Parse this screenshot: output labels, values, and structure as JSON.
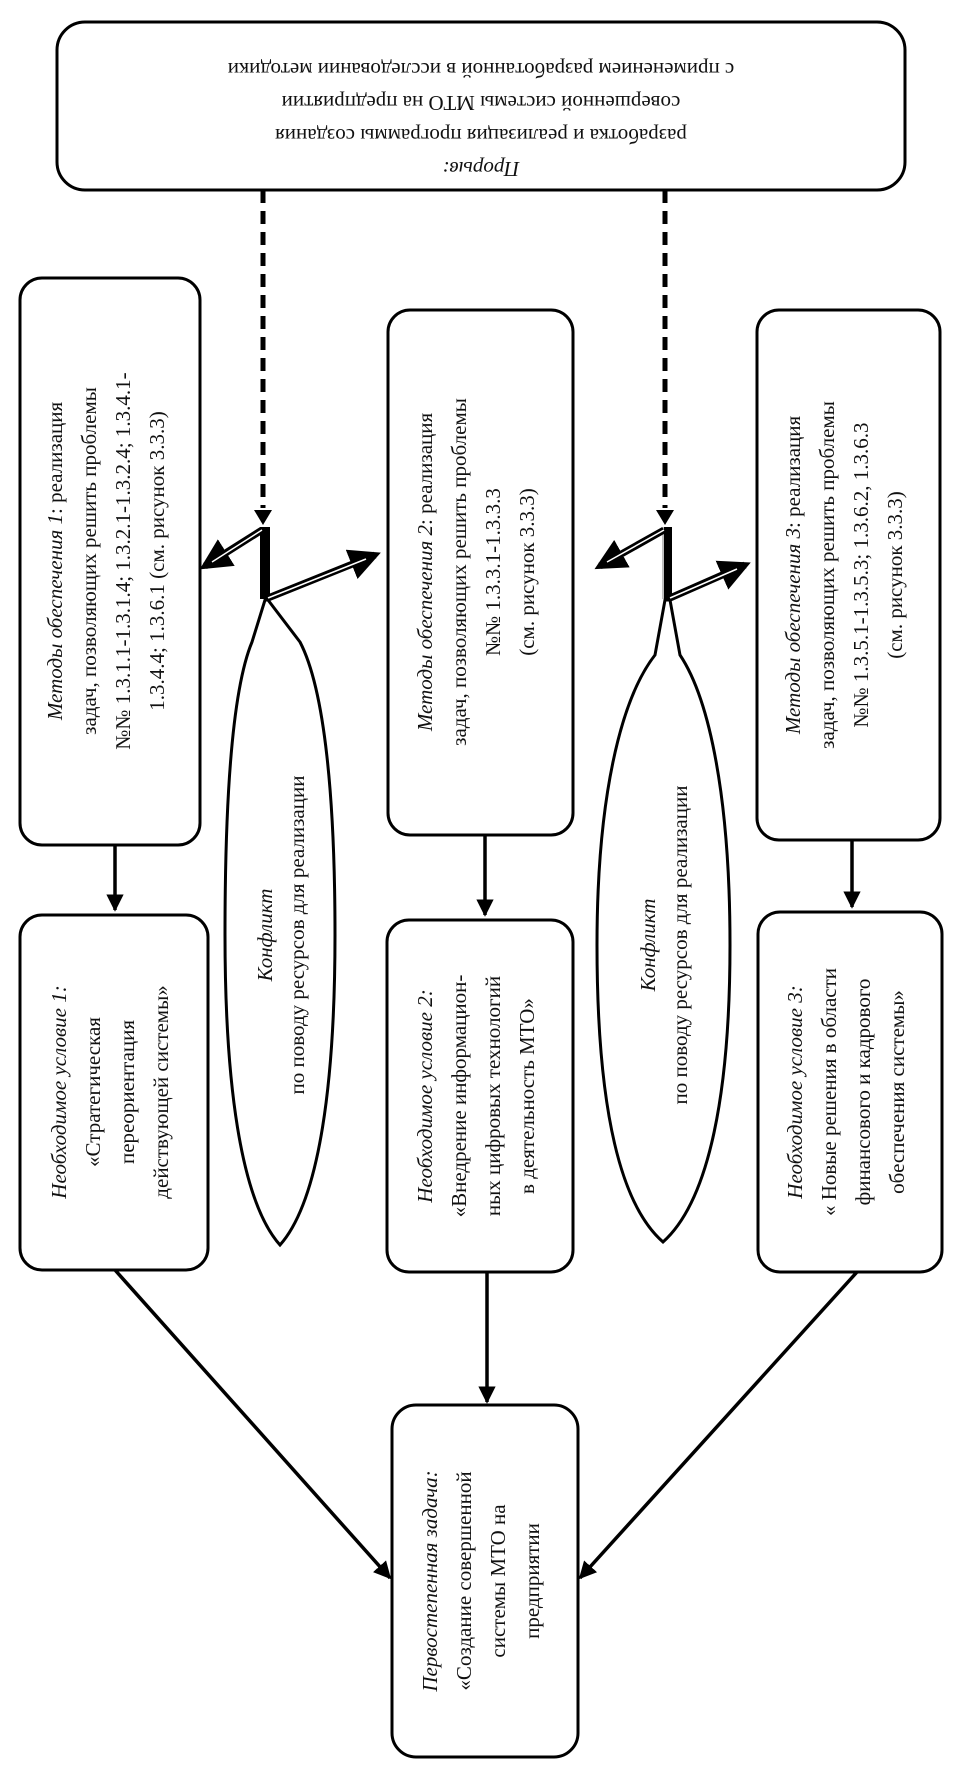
{
  "breakthrough": {
    "title": "Прорыв:",
    "lines": [
      "разработка и реализация программы создания",
      "совершенной системы МТО на предприятии",
      "с применением разработанной в исследовании методики"
    ]
  },
  "methods": [
    {
      "title": "Методы обеспечения 1",
      "lines": [
        ": реализация",
        "задач, позволяющих решить проблемы",
        "№№ 1.3.1.1-1.3.1.4; 1.3.2.1-1.3.2.4; 1.3.4.1-",
        "1.3.4.4; 1.3.6.1 (см. рисунок 3.3.3)"
      ]
    },
    {
      "title": "Методы обеспечения 2",
      "lines": [
        ": реализация",
        "задач, позволяющих решить проблемы",
        "№№ 1.3.3.1-1.3.3.3",
        "(см. рисунок 3.3.3)"
      ]
    },
    {
      "title": "Методы обеспечения 3",
      "lines": [
        ": реализация",
        "задач, позволяющих решить проблемы",
        "№№ 1.3.5.1-1.3.5.3; 1.3.6.2, 1.3.6.3",
        "(см. рисунок 3.3.3)"
      ]
    }
  ],
  "conditions": [
    {
      "title": "Необходимое условие 1:",
      "lines": [
        "«Стратегическая",
        "переориентация",
        "действующей системы»"
      ]
    },
    {
      "title": "Необходимое условие 2:",
      "lines": [
        "«Внедрение информацион-",
        "ных цифровых технологий",
        "в деятельность МТО»"
      ]
    },
    {
      "title": "Необходимое условие 3:",
      "lines": [
        "« Новые решения в области",
        "финансового и кадрового",
        "обеспечения системы»"
      ]
    }
  ],
  "conflicts": [
    {
      "title": "Конфликт",
      "text": "по поводу ресурсов для реализации"
    },
    {
      "title": "Конфликт",
      "text": "по поводу ресурсов для реализации"
    }
  ],
  "primary_task": {
    "title": "Первостепенная задача:",
    "lines": [
      "«Создание совершенной",
      "системы МТО на",
      "предприятии"
    ]
  }
}
